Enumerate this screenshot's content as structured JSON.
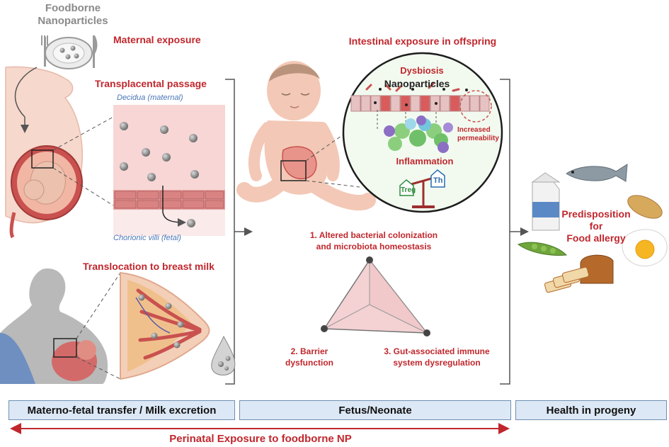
{
  "source": {
    "line1": "Foodborne",
    "line2": "Nanoparticles"
  },
  "maternal_exposure": "Maternal exposure",
  "transplacental_passage": "Transplacental passage",
  "decidua_label": "Decidua (maternal)",
  "chorionic_label": "Chorionic villi (fetal)",
  "translocation_label": "Translocation to breast milk",
  "intestinal_title": "Intestinal exposure in offspring",
  "inset": {
    "dysbiosis": "Dysbiosis",
    "nanoparticles": "Nanoparticles",
    "increased": "Increased",
    "permeability": "permeability",
    "inflammation": "Inflammation",
    "treg": "Treg",
    "th": "Th"
  },
  "triangle": {
    "point1_line1": "1. Altered bacterial colonization",
    "point1_line2": "and microbiota homeostasis",
    "point2_line1": "2. Barrier",
    "point2_line2": "dysfunction",
    "point3_line1": "3. Gut-associated immune",
    "point3_line2": "system dysregulation"
  },
  "outcome": {
    "line1": "Predisposition",
    "line2": "for",
    "line3": "Food allergy"
  },
  "bands": {
    "left": "Materno-fetal transfer / Milk excretion",
    "middle": "Fetus/Neonate",
    "right": "Health in progeny"
  },
  "footer": "Perinatal Exposure to foodborne NP",
  "colors": {
    "accent_red": "#c0272d",
    "band_fill": "#dce8f5",
    "band_border": "#6f8fb3"
  }
}
